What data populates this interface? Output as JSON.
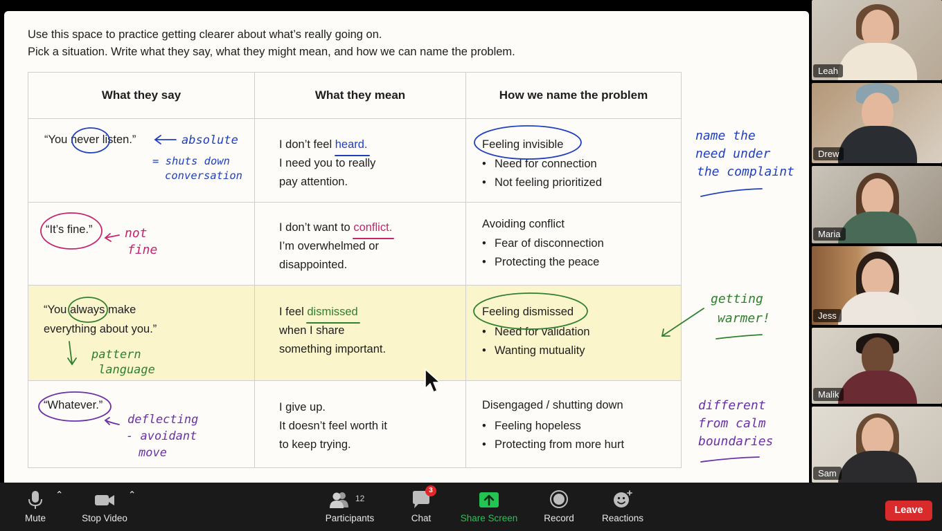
{
  "board": {
    "intro_line1": "Use this space to practice getting clearer about what’s really going on.",
    "intro_line2": "Pick a situation. Write what they say, what they might mean, and how we can name the problem.",
    "headers": [
      "What they say",
      "What they mean",
      "How we name the problem"
    ],
    "rows": [
      {
        "say_pre": "“You ",
        "say_key": "never",
        "say_post": " listen.”",
        "mean": [
          "I don’t feel ",
          "heard.",
          "I need you to really",
          "pay attention."
        ],
        "name": "Feeling invisible",
        "bullets": [
          "Need for connection",
          "Not feeling prioritized"
        ],
        "note1": "absolute",
        "note2": "= shuts down",
        "note3": "conversation"
      },
      {
        "say_key": "“It’s fine.”",
        "mean": [
          "I don’t want to ",
          "conflict.",
          "I’m overwhelmed or",
          "disappointed."
        ],
        "name": "Avoiding conflict",
        "bullets": [
          "Fear of disconnection",
          "Protecting the peace"
        ],
        "note1": "not",
        "note2": "fine"
      },
      {
        "say_pre": "“You ",
        "say_key": "always",
        "say_post": " make",
        "say_line2": "everything about you.”",
        "mean": [
          "I feel ",
          "dismissed",
          "when I share",
          "something important."
        ],
        "name": "Feeling dismissed",
        "bullets": [
          "Need for validation",
          "Wanting mutuality"
        ],
        "note1": "pattern",
        "note2": "language"
      },
      {
        "say_key": "“Whatever.”",
        "mean": [
          "I give up.",
          "It doesn’t feel worth it",
          "to keep trying."
        ],
        "name": "Disengaged / shutting down",
        "bullets": [
          "Feeling hopeless",
          "Protecting from more hurt"
        ],
        "note1": "deflecting",
        "note2": "- avoidant",
        "note3": "move"
      }
    ],
    "margin_notes": {
      "a1": "name the",
      "a2": "need under",
      "a3": "the complaint",
      "b1": "getting",
      "b2": "warmer!",
      "c1": "different",
      "c2": "from calm",
      "c3": "boundaries"
    },
    "colors": {
      "blue": "#1f3fbf",
      "pink": "#c4246b",
      "green": "#2f7f2f",
      "purple": "#6b2fa8",
      "highlight": "#fbf5cc"
    }
  },
  "participants": [
    {
      "name": "Leah"
    },
    {
      "name": "Drew"
    },
    {
      "name": "Maria"
    },
    {
      "name": "Jess"
    },
    {
      "name": "Malik"
    },
    {
      "name": "Sam"
    }
  ],
  "toolbar": {
    "mute": "Mute",
    "stop_video": "Stop Video",
    "participants": "Participants",
    "participants_count": "12",
    "chat": "Chat",
    "chat_badge": "3",
    "share": "Share Screen",
    "record": "Record",
    "reactions": "Reactions",
    "leave": "Leave",
    "share_color": "#23c552",
    "leave_color": "#d92b2b"
  }
}
